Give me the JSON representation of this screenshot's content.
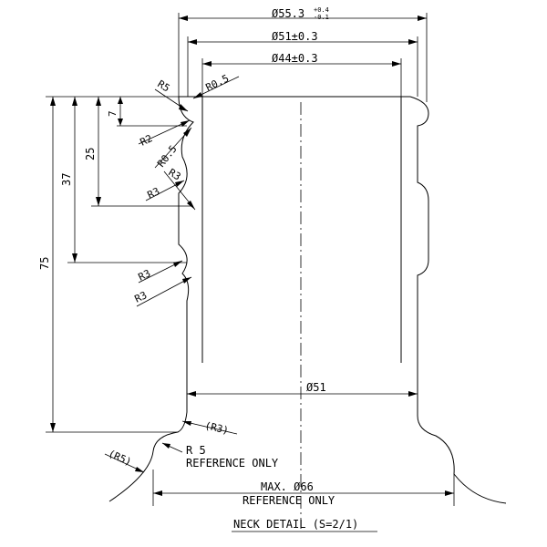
{
  "dimensions": {
    "od_top": "Ø55.3",
    "od_top_tol_upper": "+0.4",
    "od_top_tol_lower": "-0.1",
    "od_mid": "Ø51±0.3",
    "id_bore": "Ø44±0.3",
    "od_lower": "Ø51",
    "max_base": "MAX. Ø66",
    "max_base_note": "REFERENCE ONLY",
    "height_total": "75",
    "height_37": "37",
    "height_25": "25",
    "height_7": "7"
  },
  "radii": {
    "r5_top": "R5",
    "r05_top": "R0.5",
    "r2": "R2",
    "r05_side": "R0.5",
    "r3_a": "R3",
    "r3_b": "R3",
    "r3_c": "R3",
    "r3_d": "R3",
    "r3_ref": "(R3)",
    "r5_ref": "(R5)",
    "r5_note": "R 5",
    "r5_note_sub": "REFERENCE ONLY"
  },
  "caption": "NECK DETAIL (S=2/1)"
}
